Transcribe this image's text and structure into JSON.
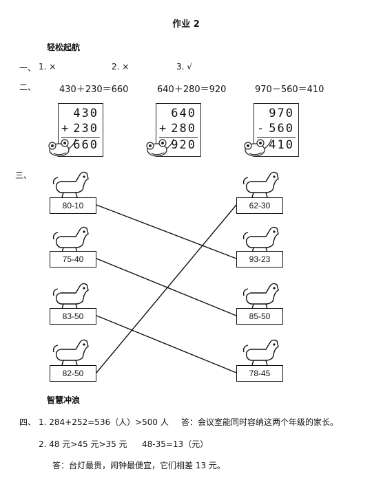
{
  "title": "作业 2",
  "section1": {
    "heading": "轻松起航",
    "q1": {
      "label": "一、",
      "items": [
        "1. ×",
        "2. ×",
        "3. √"
      ]
    },
    "q2": {
      "label": "二、",
      "equations": [
        "430＋230＝660",
        "640＋280＝920",
        "970－560＝410"
      ],
      "vertical": [
        {
          "top": "430",
          "op": "+",
          "mid": "230",
          "result": "660"
        },
        {
          "top": "640",
          "op": "+",
          "mid": "280",
          "result": "920"
        },
        {
          "top": "970",
          "op": "-",
          "mid": "560",
          "result": "410"
        }
      ]
    },
    "q3": {
      "label": "三、",
      "left": [
        "80-10",
        "75-40",
        "83-50",
        "82-50"
      ],
      "right": [
        "62-30",
        "93-23",
        "85-50",
        "78-45"
      ]
    }
  },
  "section2": {
    "heading": "智慧冲浪",
    "q4_label": "四、",
    "line1": "1. 284+252=536（人）>500 人",
    "answer1": "答：会议室能同时容纳这两个年级的家长。",
    "line2": "2. 48 元>45 元>35 元",
    "line2b": "48-35=13（元）",
    "answer2": "答：台灯最贵，闹钟最便宜，它们相差 13 元。"
  },
  "colors": {
    "ink": "#111111"
  }
}
